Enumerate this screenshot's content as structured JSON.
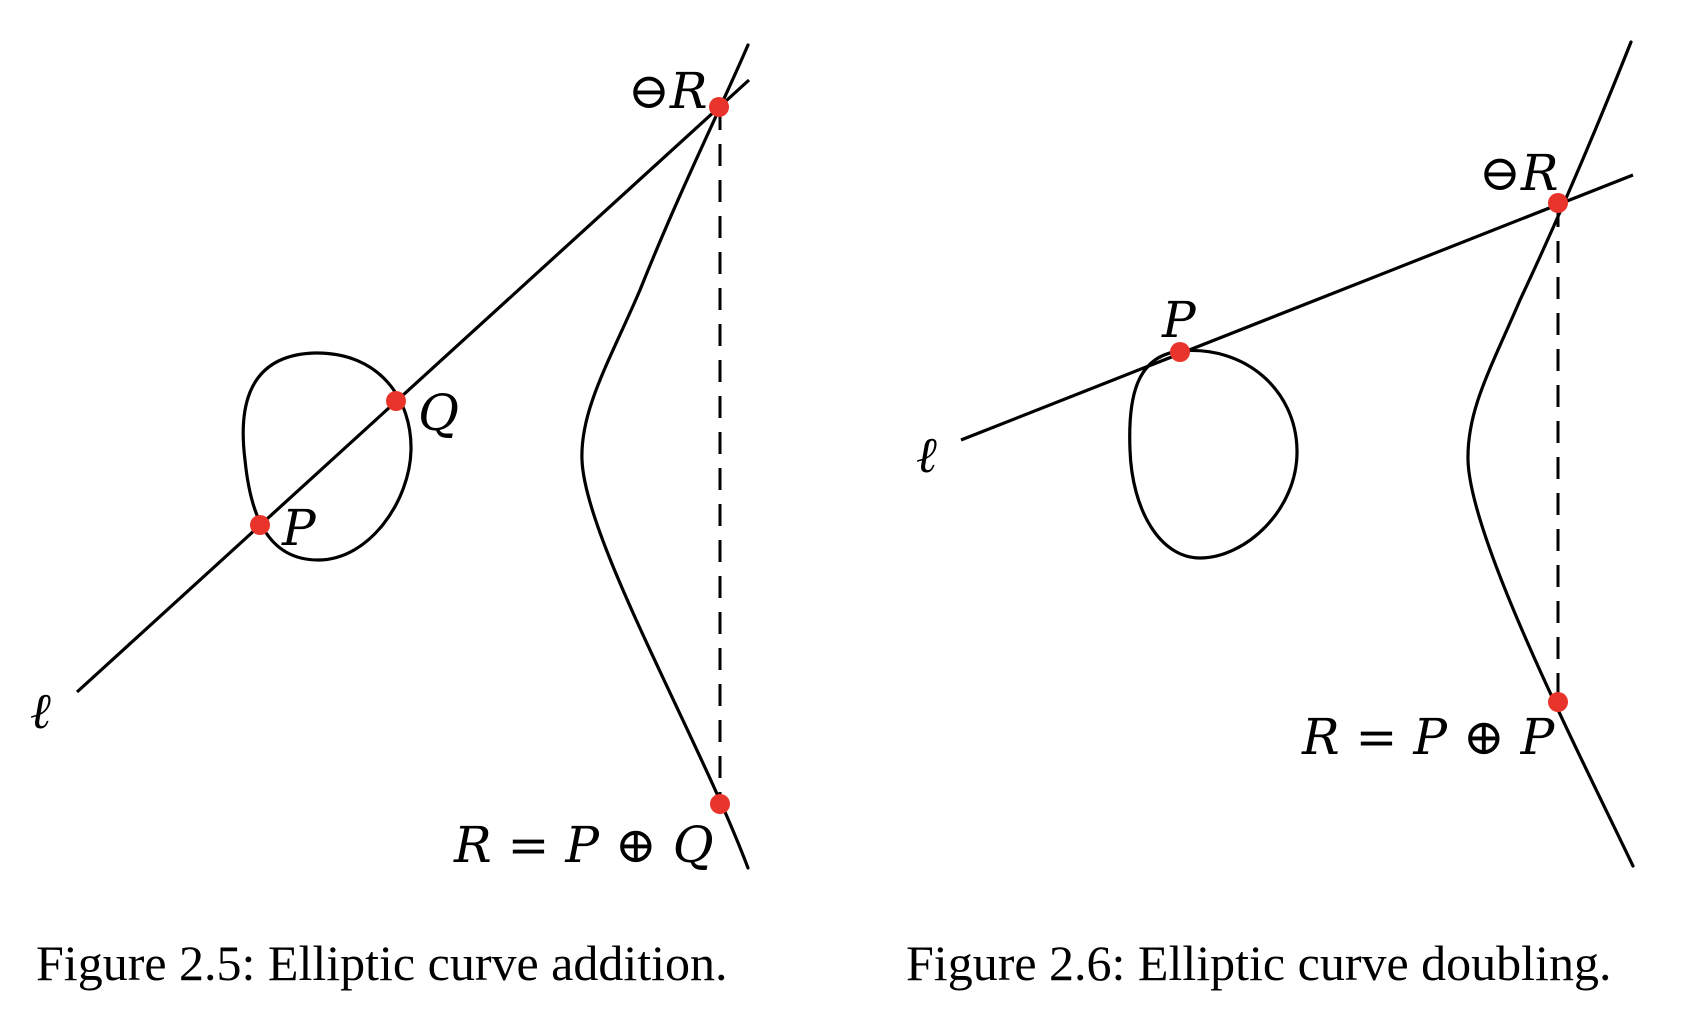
{
  "colors": {
    "point": "#e8342b",
    "ink": "#000000"
  },
  "figure_addition": {
    "caption": "Figure 2.5: Elliptic curve addition.",
    "labels": {
      "neg_r": "⊖R",
      "q": "Q",
      "p": "P",
      "line": "ℓ",
      "result": "R = P ⊕ Q"
    }
  },
  "figure_doubling": {
    "caption": "Figure 2.6: Elliptic curve doubling.",
    "labels": {
      "neg_r": "⊖R",
      "p": "P",
      "line": "ℓ",
      "result": "R = P ⊕ P"
    }
  }
}
